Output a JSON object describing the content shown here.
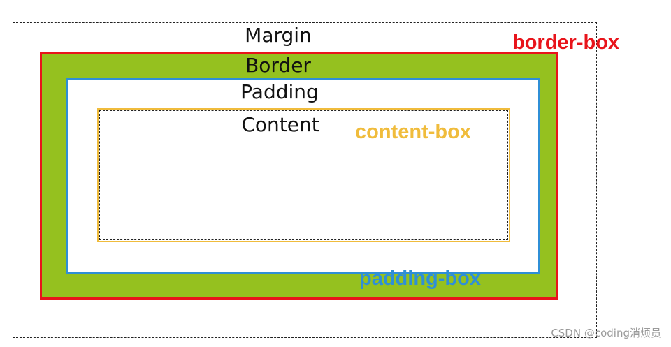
{
  "labels": {
    "margin": "Margin",
    "border": "Border",
    "padding": "Padding",
    "content": "Content"
  },
  "box_tags": {
    "border_box": "border-box",
    "content_box": "content-box",
    "padding_box": "padding-box"
  },
  "watermark": "CSDN @coding消烦员",
  "colors": {
    "border_fill": "#95c11f",
    "border_box_outline": "#e8141b",
    "padding_box_outline": "#2f8fd6",
    "content_box_outline": "#f0bc3c",
    "dashed_line": "#222222"
  }
}
